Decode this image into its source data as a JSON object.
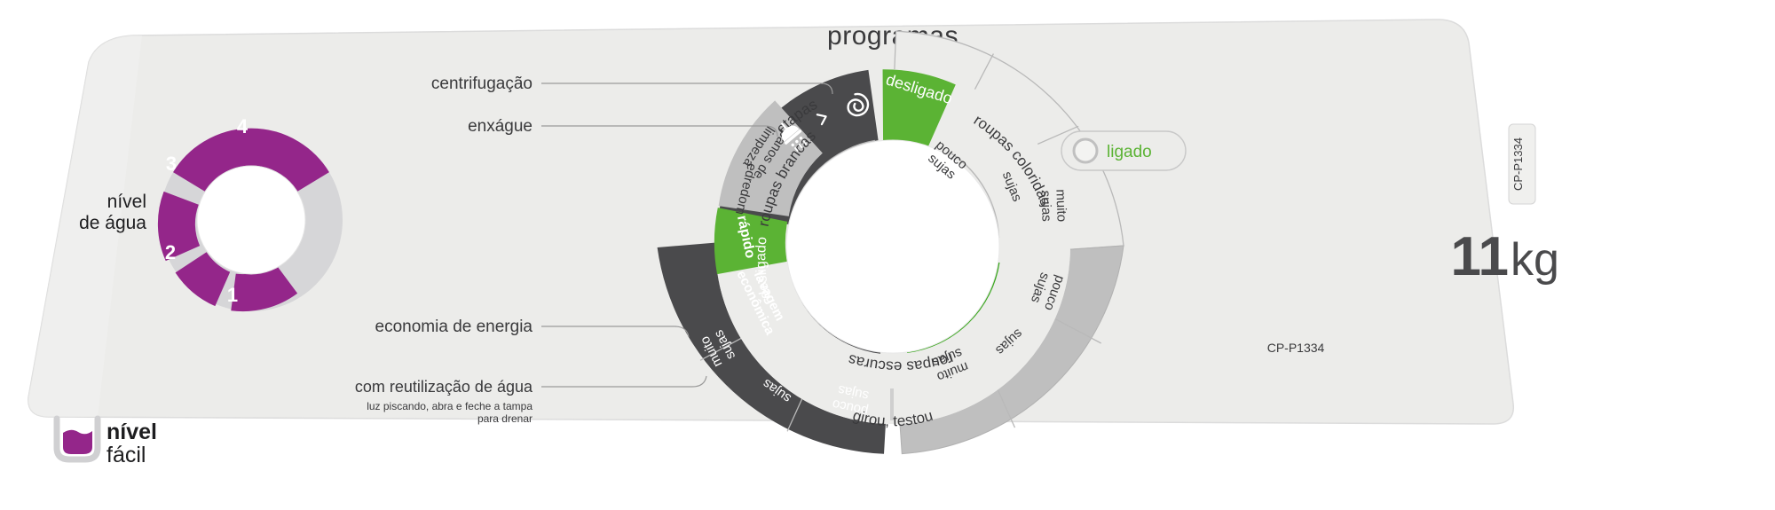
{
  "panel": {
    "title": "programas",
    "capacity_number": "11",
    "capacity_unit": "kg",
    "model_code": "CP-P1334",
    "tab_code": "CP-P1334",
    "body_color": "#ececea",
    "accent_green": "#5bb334",
    "accent_purple": "#94268a",
    "dark_segment": "#4a4a4c",
    "mid_segment": "#bfbfbf",
    "light_segment": "#ececea"
  },
  "water_level": {
    "label_line1": "nível",
    "label_line2": "de água",
    "levels": [
      "4",
      "3",
      "2",
      "1"
    ],
    "brand_line1": "nível",
    "brand_line2": "fácil",
    "brand_icon": "water-cup-icon"
  },
  "power_indicator": {
    "label": "ligado",
    "icon": "power-led-icon"
  },
  "callouts": [
    {
      "name": "centrifugacao",
      "text": "centrifugação"
    },
    {
      "name": "enxague",
      "text": "enxágue"
    },
    {
      "name": "economia-de-energia",
      "text": "economia de energia"
    },
    {
      "name": "reutilizacao-de-agua",
      "text": "com reutilização de água",
      "sub1": "luz piscando, abra e feche a tampa",
      "sub2": "para drenar"
    }
  ],
  "dial": {
    "inner_labels": {
      "etapas": "etapas",
      "girou_testou": "girou, testou"
    },
    "icons": [
      "shower-icon",
      "spin-chevron-icon",
      "spiral-spin-icon"
    ],
    "outer_ring": [
      {
        "name": "etapas-group",
        "label": "",
        "color": "#4a4a4c"
      },
      {
        "name": "desligado",
        "label": "desligado",
        "color": "#5bb334",
        "text_color": "#ffffff"
      },
      {
        "name": "roupas-brancas",
        "label": "roupas brancas",
        "color": "#ececea",
        "text_color": "#3a3a3c"
      },
      {
        "name": "roupas-coloridas",
        "label": "roupas coloridas",
        "color": "#ececea",
        "text_color": "#3a3a3c"
      },
      {
        "name": "roupas-escuras",
        "label": "roupas escuras",
        "color": "#ececea",
        "text_color": "#3a3a3c"
      },
      {
        "name": "lavagem-economica",
        "label": "lavagem econômica",
        "color": "#5bb334",
        "text_color": "#ffffff"
      },
      {
        "name": "rapido",
        "label": "rápido",
        "color": "#5bb334",
        "text_color": "#ffffff"
      },
      {
        "name": "edredom",
        "label": "edredom",
        "color": "#bfbfbf",
        "text_color": "#3a3a3c"
      },
      {
        "name": "panos-de-limpeza",
        "label": "panos de limpeza",
        "color": "#bfbfbf",
        "text_color": "#3a3a3c"
      }
    ],
    "soil_levels": {
      "brancas": [
        "pouco sujas",
        "sujas",
        "muito sujas"
      ],
      "coloridas": [
        "pouco sujas",
        "sujas",
        "muito sujas"
      ],
      "escuras": [
        "pouco sujas",
        "sujas",
        "muito sujas"
      ]
    }
  }
}
